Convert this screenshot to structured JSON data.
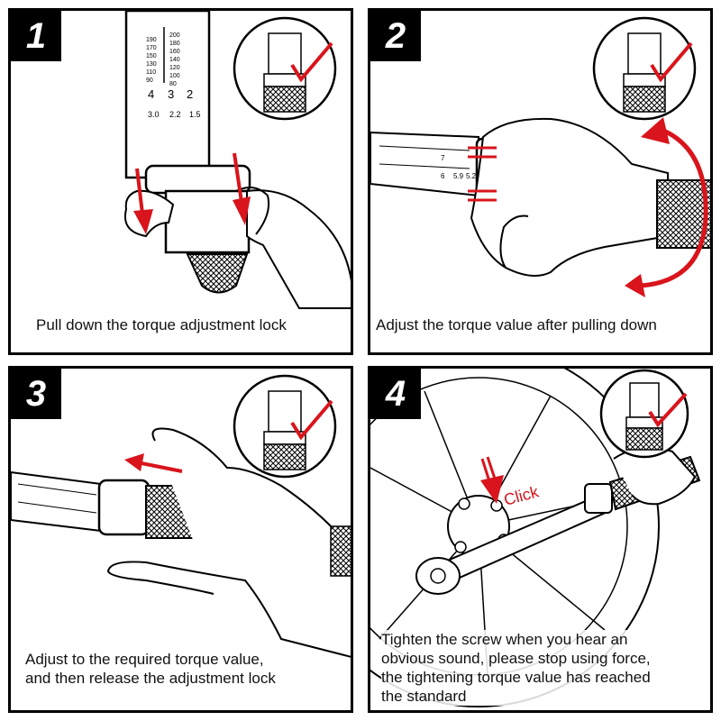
{
  "colors": {
    "accent": "#d9141c",
    "ink": "#000000"
  },
  "steps": [
    {
      "number": "1",
      "lines": [
        "Pull down the torque adjustment lock"
      ]
    },
    {
      "number": "2",
      "lines": [
        "Adjust the torque value after pulling down"
      ]
    },
    {
      "number": "3",
      "lines": [
        "Adjust to the required torque value,",
        "and then release the adjustment lock"
      ]
    },
    {
      "number": "4",
      "lines": [
        "Tighten the screw when you hear an",
        "obvious sound, please stop using force,",
        "the tightening torque value has reached",
        "the standard"
      ],
      "click_label": "Click"
    }
  ],
  "scale": {
    "panel1_upper": [
      "190",
      "170",
      "150",
      "130",
      "110",
      "90",
      "200",
      "180",
      "160",
      "140",
      "120",
      "100",
      "80"
    ],
    "panel1_big": [
      "4",
      "3",
      "2"
    ],
    "panel1_small": [
      "3.0",
      "2.2",
      "1.5"
    ],
    "panel2": [
      "7",
      "6",
      "5.9",
      "5.2"
    ]
  },
  "icons": [
    "check-mark-icon",
    "down-arrow-icon",
    "rotate-arrow-icon",
    "left-arrow-icon"
  ]
}
